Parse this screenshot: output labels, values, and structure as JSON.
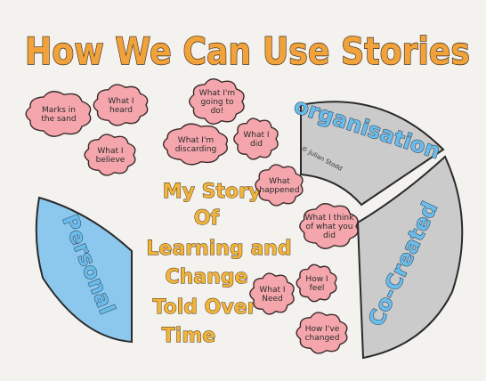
{
  "title": "How We Can Use Stories",
  "center_lines": [
    "My Story",
    "Of",
    "Learning and",
    "Change",
    "Told Over",
    "Time"
  ],
  "segments": {
    "personal": "Personal",
    "organisation": "organisation",
    "co_created": "Co-Created"
  },
  "credit": "© Julian Stodd",
  "clouds": [
    {
      "id": "marks-in-the-sand",
      "lines": [
        "Marks in",
        "the sand"
      ]
    },
    {
      "id": "what-i-heard",
      "lines": [
        "What I",
        "heard"
      ]
    },
    {
      "id": "what-im-going-to-do",
      "lines": [
        "What I'm",
        "going to",
        "do!"
      ]
    },
    {
      "id": "what-i-believe",
      "lines": [
        "What I",
        "believe"
      ]
    },
    {
      "id": "what-im-discarding",
      "lines": [
        "What I'm",
        "discarding"
      ]
    },
    {
      "id": "what-i-did",
      "lines": [
        "What I",
        "did"
      ]
    },
    {
      "id": "what-happened",
      "lines": [
        "What",
        "happened"
      ]
    },
    {
      "id": "what-i-think-of-what-you-did",
      "lines": [
        "What I think",
        "of what you",
        "did"
      ]
    },
    {
      "id": "how-i-feel",
      "lines": [
        "How I",
        "feel"
      ]
    },
    {
      "id": "what-i-need",
      "lines": [
        "What I",
        "Need"
      ]
    },
    {
      "id": "how-ive-changed",
      "lines": [
        "How I've",
        "changed"
      ]
    }
  ],
  "colors": {
    "background": "#f4f2ee",
    "title_fill": "#f2a23a",
    "cloud_fill": "#f4a6ac",
    "personal_fill": "#8cc8ee",
    "segment_fill": "#cbcbcb",
    "segment_text": "#6bbcea"
  }
}
